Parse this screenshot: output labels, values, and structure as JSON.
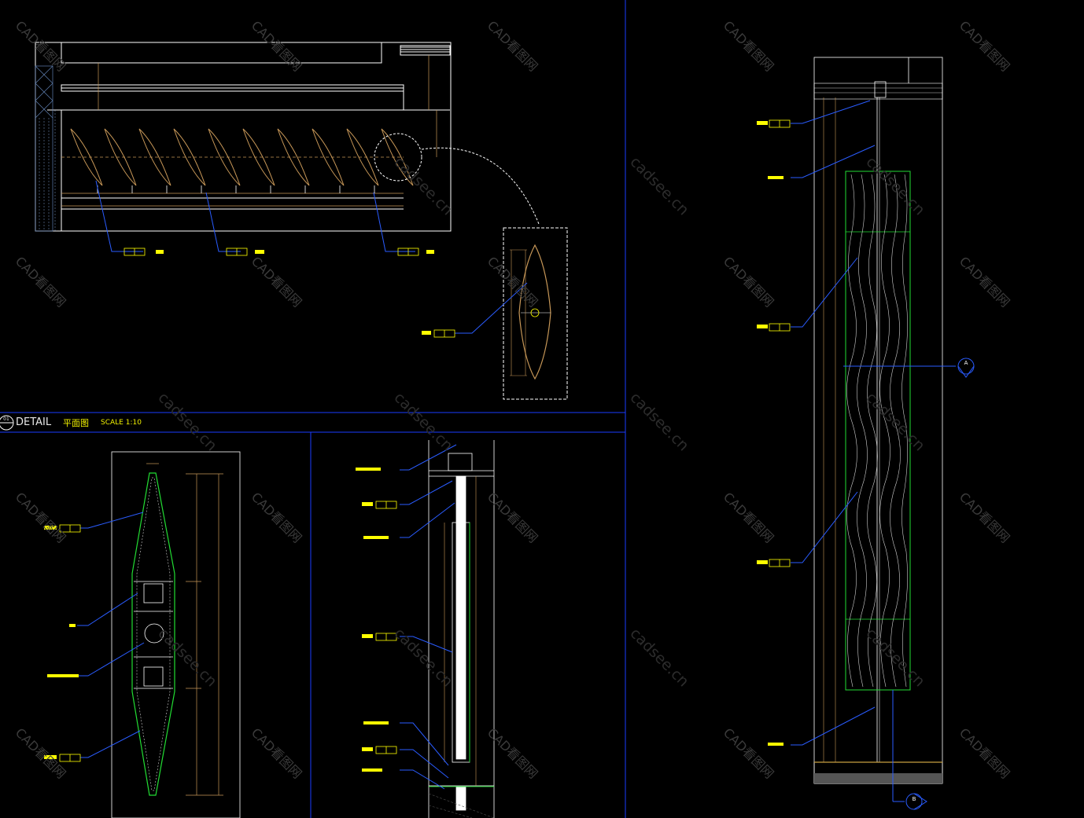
{
  "title_block": {
    "number": "01",
    "label": "DETAIL",
    "name": "平面图",
    "scale": "SCALE  1:10"
  },
  "watermarks": {
    "cn": "CAD看图网",
    "en": "cadsee.cn"
  },
  "callout_tag": "WD 02",
  "section_markers": [
    "A",
    "B"
  ],
  "colors": {
    "background": "#000000",
    "frame": "#1a3cff",
    "linework": "#ffffff",
    "annotation": "#ffff00",
    "leader": "#2a5cff",
    "hatch_green": "#22dd33",
    "dimension_tan": "#c89858",
    "watermark": "#3a3a3a"
  }
}
